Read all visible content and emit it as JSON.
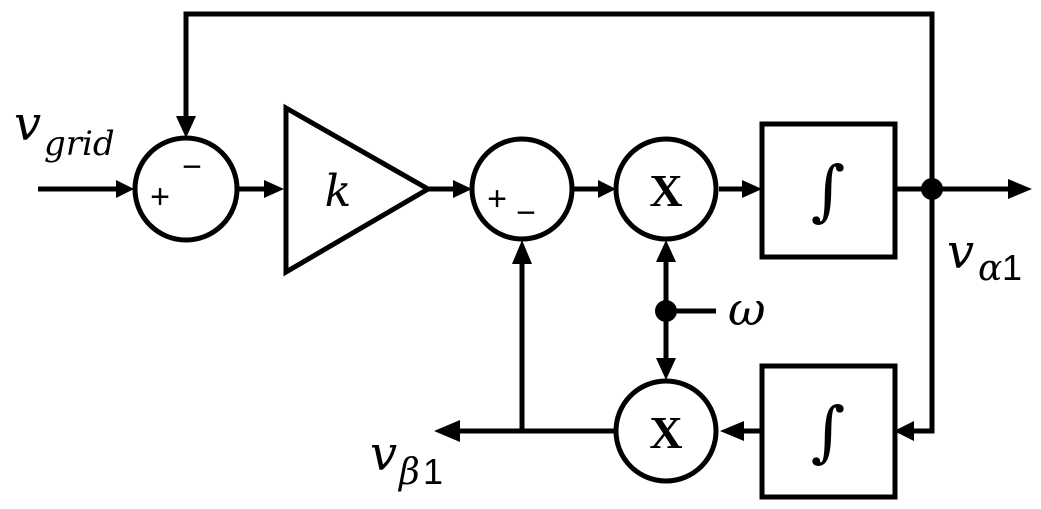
{
  "labels": {
    "input_symbol": "v",
    "input_subscript": "grid",
    "gain": "k",
    "output_alpha_symbol": "v",
    "output_alpha_subscript_greek": "α",
    "output_alpha_subscript_num": "1",
    "output_beta_symbol": "v",
    "output_beta_subscript_greek": "β",
    "output_beta_subscript_num": "1",
    "omega": "ω"
  },
  "blocks": {
    "sum1": {
      "plus": "+",
      "minus": "−"
    },
    "sum2": {
      "plus": "+",
      "minus": "−"
    },
    "mult1": "X",
    "mult2": "X",
    "integrator1": "∫",
    "integrator2": "∫"
  }
}
